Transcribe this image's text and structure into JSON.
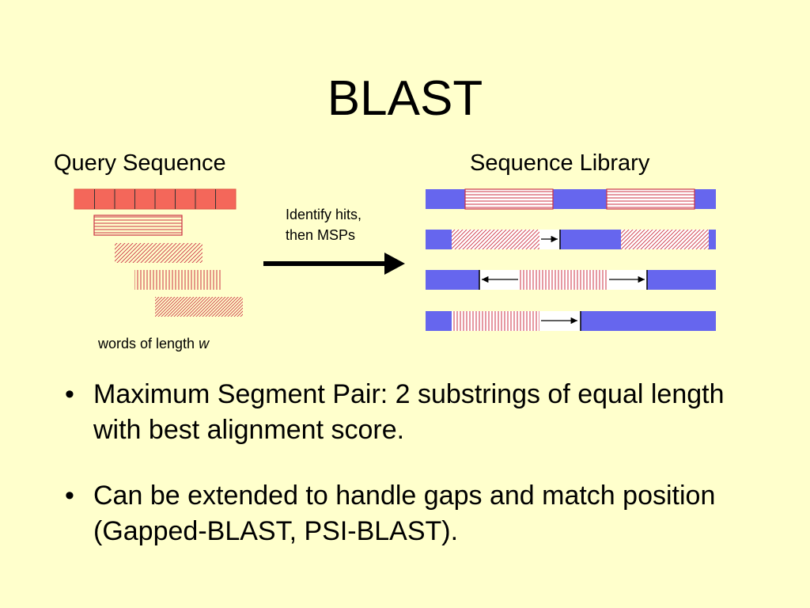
{
  "slide": {
    "title": "BLAST",
    "query_heading": "Query Sequence",
    "library_heading": "Sequence Library",
    "arrow_caption_line1": "Identify hits,",
    "arrow_caption_line2": "then MSPs",
    "words_caption_prefix": "words of length ",
    "words_caption_var": "w",
    "bullet_symbol": "•",
    "bullets": [
      "Maximum Segment Pair: 2 substrings of equal length with best alignment score.",
      "Can be extended to handle gaps and match position (Gapped-BLAST, PSI-BLAST)."
    ]
  },
  "colors": {
    "background": "#ffffcc",
    "query_fill": "#f4675a",
    "library_fill": "#6666ee",
    "pattern_line": "#cc3344",
    "arrow": "#000000"
  }
}
